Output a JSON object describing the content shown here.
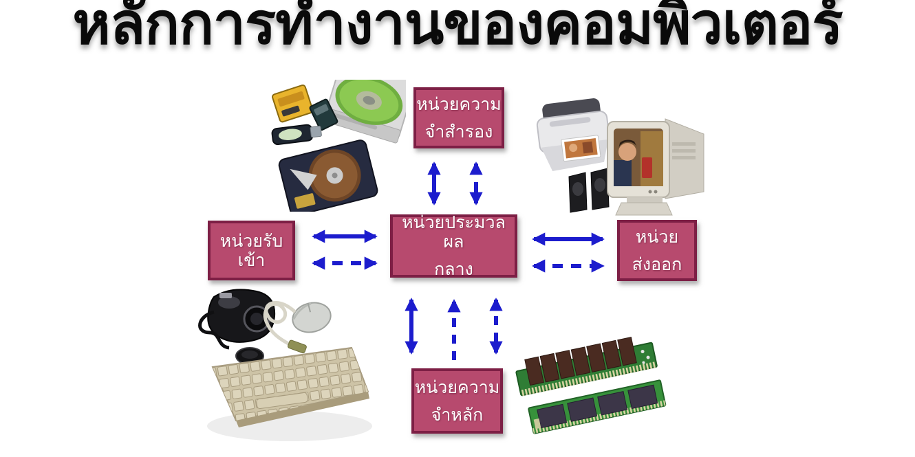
{
  "title": "หลักการทำงานของคอมพิวเตอร์",
  "colors": {
    "background": "#ffffff",
    "title_text": "#0a0a0a",
    "box_fill": "#b74a6e",
    "box_border": "#7d1f45",
    "box_text": "#ffffff",
    "arrow_blue": "#1c1ccd"
  },
  "boxes": {
    "secondary_memory": {
      "line1": "หน่วยความ",
      "line2": "จำสำรอง"
    },
    "cpu": {
      "line1": "หน่วยประมวลผล",
      "line2": "กลาง"
    },
    "input_unit": {
      "line1": "หน่วยรับเข้า",
      "line2": ""
    },
    "output_unit": {
      "line1": "หน่วย",
      "line2": "ส่งออก"
    },
    "main_memory": {
      "line1": "หน่วยความ",
      "line2": "จำหลัก"
    }
  },
  "connections": [
    {
      "from": "cpu",
      "to": "secondary_memory",
      "arrows": [
        "solid-double",
        "dashed-double"
      ]
    },
    {
      "from": "cpu",
      "to": "input_unit",
      "arrows": [
        "solid-double",
        "dashed-double"
      ]
    },
    {
      "from": "cpu",
      "to": "output_unit",
      "arrows": [
        "solid-double",
        "dashed-double"
      ]
    },
    {
      "from": "cpu",
      "to": "main_memory",
      "arrows": [
        "solid-double",
        "dashed-up",
        "dashed-double"
      ]
    }
  ],
  "images": {
    "storage_devices": "memory cards, usb flash drive, optical disc drive with green cd, opened hard disk",
    "output_devices": "inkjet printer printing photo, two black speakers, crt monitor showing photo",
    "input_devices": "black digital camera with lens cap, mouse with coiled cable, beige keyboard",
    "memory_modules": "simm ram stick with brown chips, dimm ram stick with dark chips"
  }
}
